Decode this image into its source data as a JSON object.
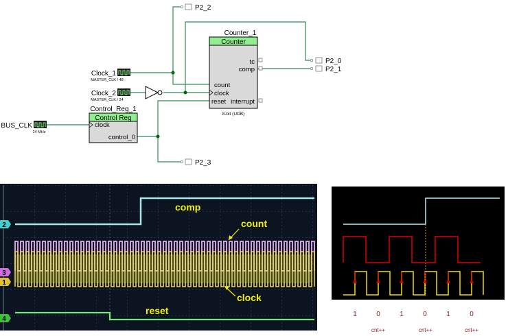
{
  "schematic": {
    "counter": {
      "instance": "Counter_1",
      "title": "Counter",
      "tc": "tc",
      "comp": "comp",
      "count": "count",
      "clock": "clock",
      "reset": "reset",
      "interrupt": "interrupt",
      "footer": "8-bit (UDB)"
    },
    "control_reg": {
      "instance": "Control_Reg_1",
      "title": "Control Reg",
      "clock": "clock",
      "output": "control_0"
    },
    "clock1": {
      "label": "Clock_1",
      "sub": "MASTER_CLK / 48"
    },
    "clock2": {
      "label": "Clock_2",
      "sub": "MASTER_CLK / 24"
    },
    "busclk": {
      "label": "BUS_CLK",
      "sub": "24 MHz"
    },
    "pins": {
      "p2_2": "P2_2",
      "p2_0": "P2_0",
      "p2_1": "P2_1",
      "p2_3": "P2_3"
    },
    "colors": {
      "wire": "#2e8b57",
      "header": "#90ee90",
      "block": "#d9d9d9"
    }
  },
  "scope": {
    "labels": {
      "comp": "comp",
      "count": "count",
      "clock": "clock",
      "reset": "reset"
    },
    "channel_markers": [
      "2",
      "3",
      "1",
      "4"
    ],
    "colors": {
      "comp": "#b8ffff",
      "count": "#e8b0f0",
      "clock": "#f0d040",
      "reset": "#80ff80",
      "label": "#f0f000"
    }
  },
  "timing": {
    "bits": [
      "1",
      "0",
      "1",
      "0",
      "1",
      "0"
    ],
    "cnt_labels": [
      "cnt++",
      "cnt++",
      "cnt++"
    ],
    "colors": {
      "comp": "#b8f0f0",
      "count": "#e00000",
      "clock": "#f0e000",
      "marker": "#e00000",
      "text": "#8b1a1a"
    }
  }
}
